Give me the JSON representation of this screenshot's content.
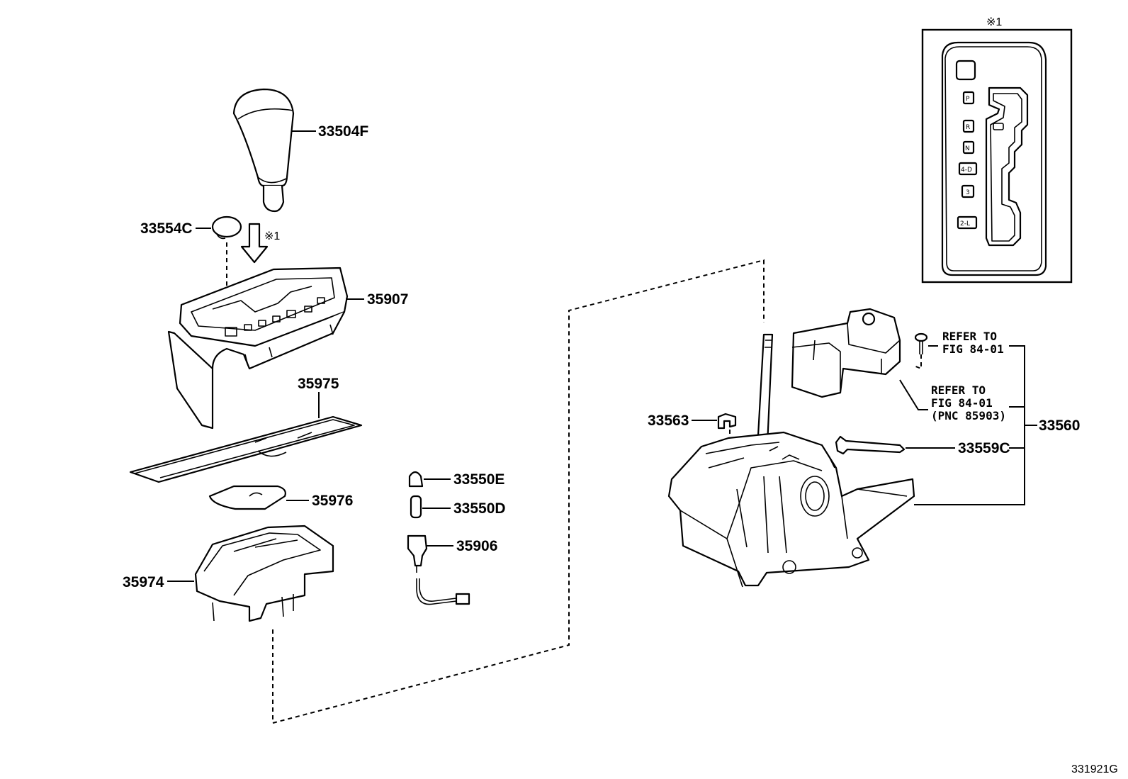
{
  "figure_id": "331921G",
  "callout_mark": "※1",
  "parts": {
    "p33504F": "33504F",
    "p33554C": "33554C",
    "p35907": "35907",
    "p35975": "35975",
    "p35976": "35976",
    "p35974": "35974",
    "p33550E": "33550E",
    "p33550D": "33550D",
    "p35906": "35906",
    "p33563": "33563",
    "p33559C": "33559C",
    "p33560": "33560"
  },
  "notes": {
    "refer1_line1": "REFER TO",
    "refer1_line2": "FIG 84-01",
    "refer2_line1": "REFER TO",
    "refer2_line2": "FIG 84-01",
    "refer2_line3": "(PNC 85903)"
  },
  "gate_positions": [
    "P",
    "R",
    "N",
    "4-D",
    "3",
    "2-L"
  ]
}
